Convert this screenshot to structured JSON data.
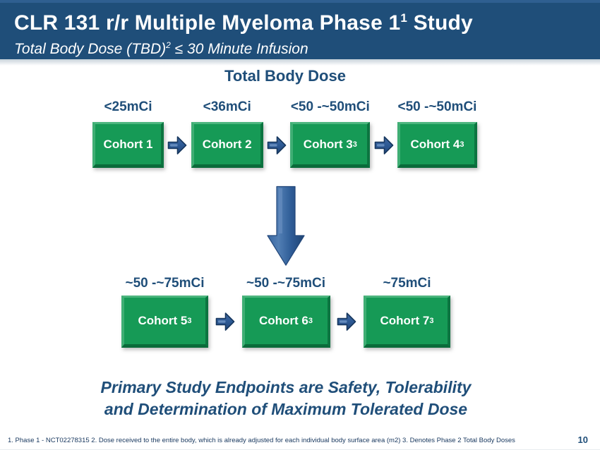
{
  "header": {
    "title_pre": "CLR 131 r/r Multiple Myeloma Phase 1",
    "title_sup": "1",
    "title_post": " Study",
    "subtitle_pre": "Total Body Dose (TBD)",
    "subtitle_sup": "2",
    "subtitle_post": " ≤ 30 Minute Infusion"
  },
  "section_title": "Total Body Dose",
  "rows": [
    {
      "items": [
        {
          "dose": "<25mCi",
          "label": "Cohort 1",
          "sup": ""
        },
        {
          "dose": "<36mCi",
          "label": "Cohort 2",
          "sup": ""
        },
        {
          "dose": "<50 -~50mCi",
          "label": "Cohort 3",
          "sup": "3"
        },
        {
          "dose": "<50 -~50mCi",
          "label": "Cohort 4",
          "sup": "3"
        }
      ]
    },
    {
      "items": [
        {
          "dose": "~50 -~75mCi",
          "label": "Cohort 5",
          "sup": "3"
        },
        {
          "dose": "~50 -~75mCi",
          "label": "Cohort 6",
          "sup": "3"
        },
        {
          "dose": "~75mCi",
          "label": "Cohort 7",
          "sup": "3"
        }
      ]
    }
  ],
  "endpoint": {
    "line1": "Primary Study Endpoints are Safety, Tolerability",
    "line2": "and Determination of Maximum Tolerated Dose"
  },
  "footnotes": "1. Phase 1 - NCT02278315 2. Dose received to the entire body, which is already adjusted for each individual body surface area (m2)   3. Denotes Phase 2 Total Body Doses",
  "page_number": "10",
  "icons": {
    "flow_arrow": "right-arrow",
    "progression_arrow": "down-arrow"
  },
  "colors": {
    "header_bg": "#1F4E79",
    "accent_text": "#1F4E79",
    "box_green": "#169a56",
    "box_green_light": "#4cb57e",
    "box_green_dark": "#0a6b3a",
    "arrow_blue": "#2e5b96",
    "arrow_outline": "#17375E",
    "text_white": "#ffffff"
  }
}
